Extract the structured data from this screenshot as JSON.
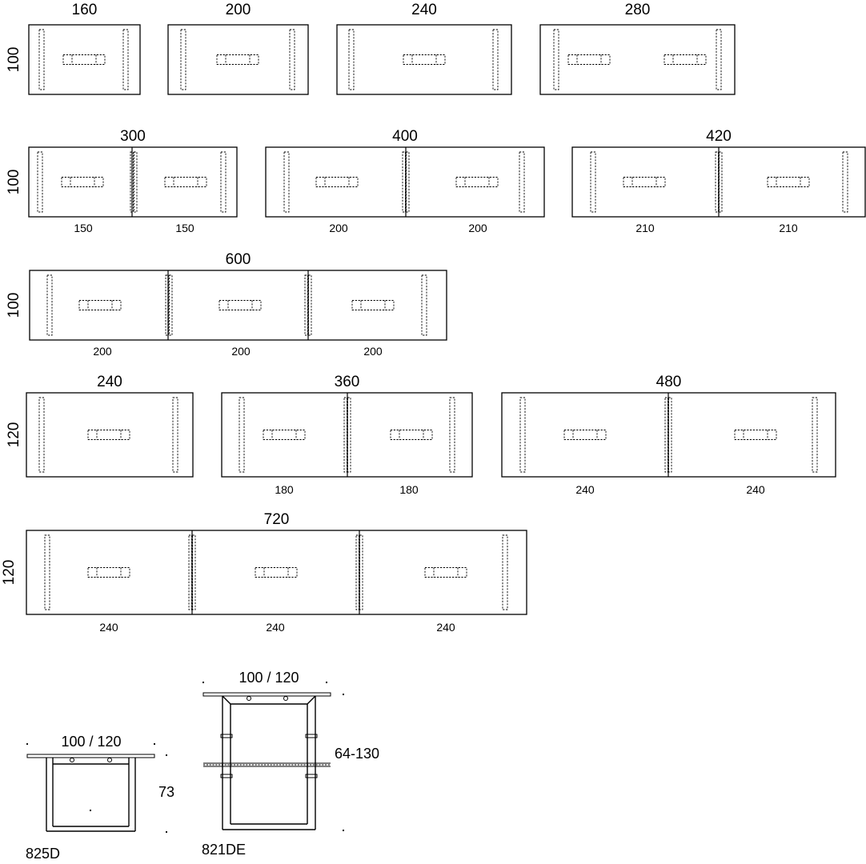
{
  "tables": [
    {
      "id": "t160",
      "length": "160",
      "depth": "100",
      "sections": []
    },
    {
      "id": "t200",
      "length": "200",
      "depth": "",
      "sections": []
    },
    {
      "id": "t240a",
      "length": "240",
      "depth": "",
      "sections": []
    },
    {
      "id": "t280",
      "length": "280",
      "depth": "",
      "sections": []
    },
    {
      "id": "t300",
      "length": "300",
      "depth": "100",
      "sections": [
        "150",
        "150"
      ]
    },
    {
      "id": "t400",
      "length": "400",
      "depth": "",
      "sections": [
        "200",
        "200"
      ]
    },
    {
      "id": "t420",
      "length": "420",
      "depth": "",
      "sections": [
        "210",
        "210"
      ]
    },
    {
      "id": "t600",
      "length": "600",
      "depth": "100",
      "sections": [
        "200",
        "200",
        "200"
      ]
    },
    {
      "id": "t240b",
      "length": "240",
      "depth": "120",
      "sections": []
    },
    {
      "id": "t360",
      "length": "360",
      "depth": "",
      "sections": [
        "180",
        "180"
      ]
    },
    {
      "id": "t480",
      "length": "480",
      "depth": "",
      "sections": [
        "240",
        "240"
      ]
    },
    {
      "id": "t720",
      "length": "720",
      "depth": "120",
      "sections": [
        "240",
        "240",
        "240"
      ]
    }
  ],
  "side_views": [
    {
      "id": "fixed",
      "model": "825D",
      "width_label": "100 / 120",
      "height_label": "73"
    },
    {
      "id": "adjustable",
      "model": "821DE",
      "width_label": "100 / 120",
      "height_label": "64-130"
    }
  ]
}
